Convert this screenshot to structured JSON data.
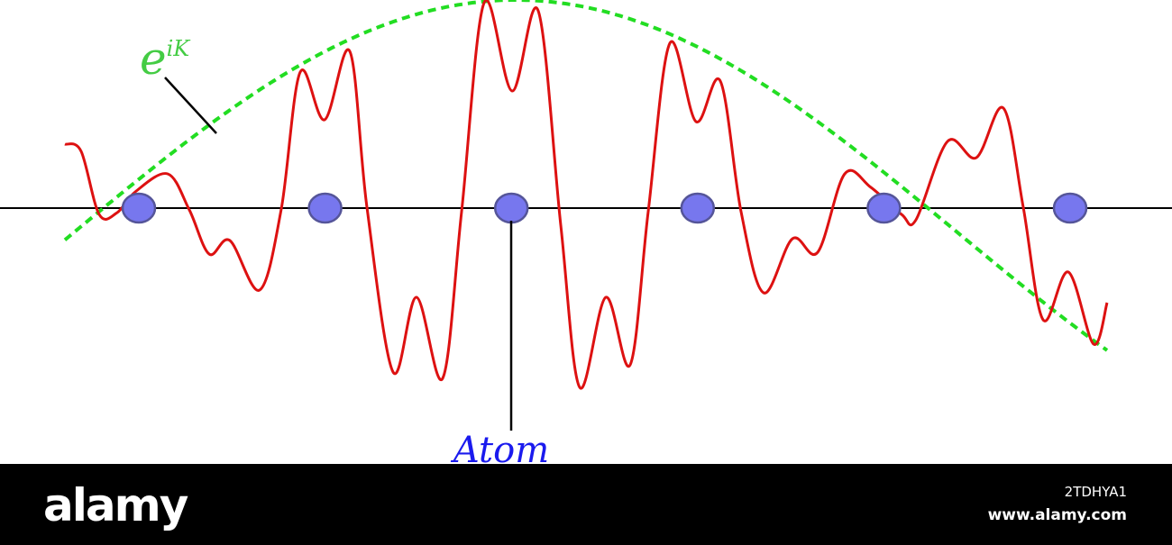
{
  "diagram": {
    "wave_label": {
      "base": "e",
      "exponent": "iK"
    },
    "atom_label": "Atom",
    "atom_count": 6,
    "colors": {
      "envelope": "#22dd22",
      "wave": "#dd1111",
      "atom_fill": "#7777ee",
      "atom_stroke": "#555599",
      "axis": "#000000",
      "wave_label": "#44cc44",
      "atom_label": "#1a1aee"
    }
  },
  "watermark": {
    "brand": "alamy",
    "image_id": "2TDHYA1",
    "site": "www.alamy.com"
  }
}
